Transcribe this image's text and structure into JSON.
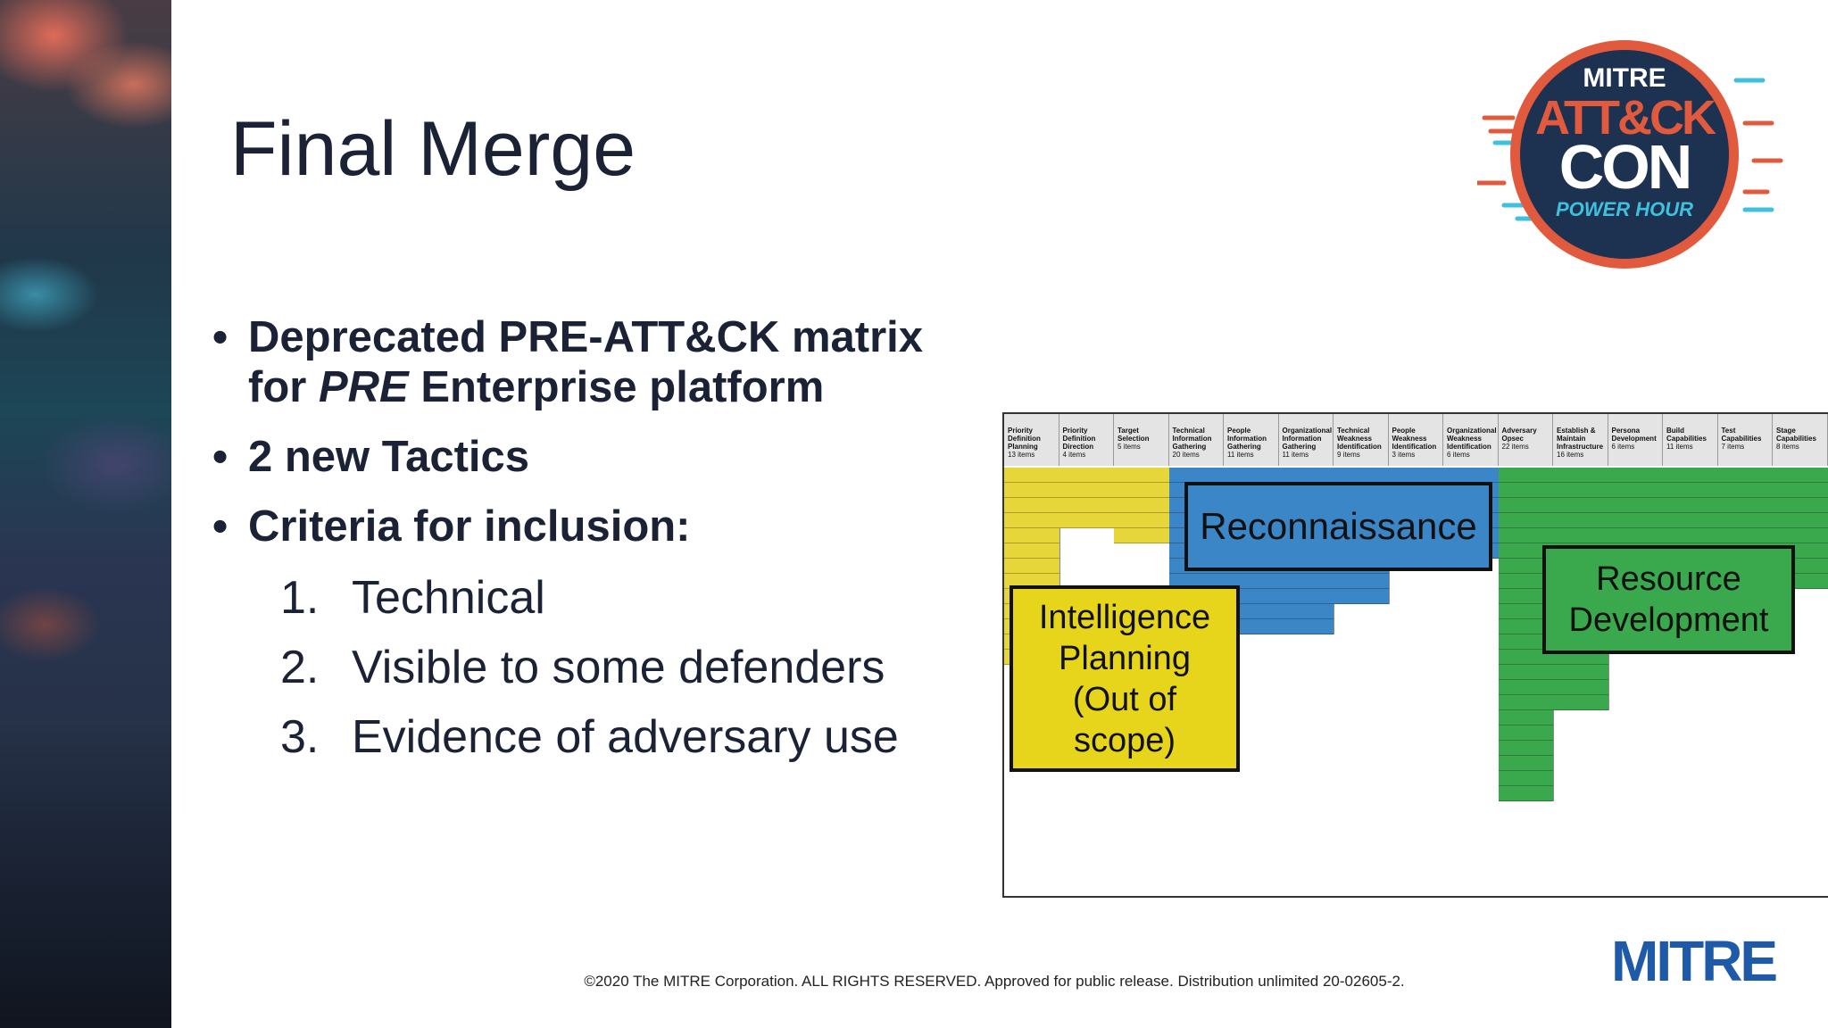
{
  "slide": {
    "title": "Final Merge",
    "bullets": [
      {
        "line1": "Deprecated PRE-ATT&CK matrix",
        "line2_pre": "for ",
        "line2_em": "PRE",
        "line2_post": " Enterprise platform"
      },
      {
        "line1": "2 new Tactics"
      },
      {
        "line1": "Criteria for inclusion:"
      }
    ],
    "criteria": [
      {
        "num": "1.",
        "text": "Technical"
      },
      {
        "num": "2.",
        "text": "Visible to some defenders"
      },
      {
        "num": "3.",
        "text": "Evidence of adversary use"
      }
    ],
    "footer": "©2020 The MITRE Corporation. ALL RIGHTS RESERVED. Approved for public release. Distribution unlimited 20-02605-2.",
    "mitre_logo": "MITRE"
  },
  "logo": {
    "line1": "MITRE",
    "line2": "ATT&CK",
    "line3": "CON",
    "line4": "POWER HOUR"
  },
  "matrix": {
    "columns": [
      {
        "name": "Priority Definition Planning",
        "count": "13 items",
        "color": "#e6d63a"
      },
      {
        "name": "Priority Definition Direction",
        "count": "4 items",
        "color": "#e6d63a"
      },
      {
        "name": "Target Selection",
        "count": "5 items",
        "color": "#e6d63a"
      },
      {
        "name": "Technical Information Gathering",
        "count": "20 items",
        "color": "#3a86c6"
      },
      {
        "name": "People Information Gathering",
        "count": "11 items",
        "color": "#3a86c6"
      },
      {
        "name": "Organizational Information Gathering",
        "count": "11 items",
        "color": "#3a86c6"
      },
      {
        "name": "Technical Weakness Identification",
        "count": "9 items",
        "color": "#3a86c6"
      },
      {
        "name": "People Weakness Identification",
        "count": "3 items",
        "color": "#3a86c6"
      },
      {
        "name": "Organizational Weakness Identification",
        "count": "6 items",
        "color": "#3a86c6"
      },
      {
        "name": "Adversary Opsec",
        "count": "22 items",
        "color": "#3aa84c"
      },
      {
        "name": "Establish & Maintain Infrastructure",
        "count": "16 items",
        "color": "#3aa84c"
      },
      {
        "name": "Persona Development",
        "count": "6 items",
        "color": "#3aa84c"
      },
      {
        "name": "Build Capabilities",
        "count": "11 items",
        "color": "#3aa84c"
      },
      {
        "name": "Test Capabilities",
        "count": "7 items",
        "color": "#3aa84c"
      },
      {
        "name": "Stage Capabilities",
        "count": "8 items",
        "color": "#3aa84c"
      }
    ],
    "overlays": {
      "reconnaissance": "Reconnaissance",
      "resource_line1": "Resource",
      "resource_line2": "Development",
      "intel_line1": "Intelligence",
      "intel_line2": "Planning",
      "intel_line3": "(Out of",
      "intel_line4": "scope)"
    }
  },
  "colors": {
    "title": "#1b2236",
    "mitre_blue": "#1f5aa8",
    "logo_red": "#e25a3e",
    "logo_navy": "#1d3150",
    "logo_cyan": "#3fc1de"
  }
}
